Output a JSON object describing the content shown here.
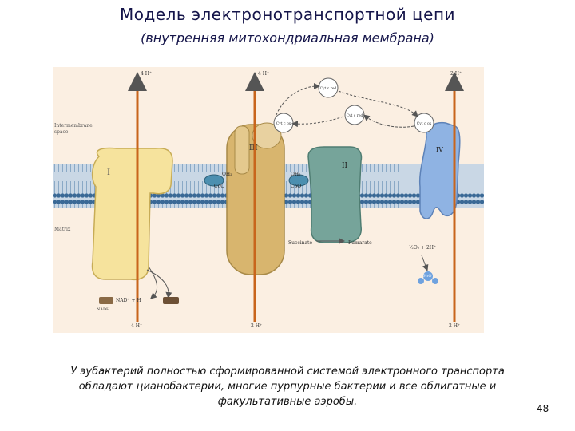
{
  "title": "Модель электронотранспортной цепи",
  "subtitle": "(внутренняя митохондриальная мембрана)",
  "diagram": {
    "space_labels": {
      "intermembrane": "Intermembrane",
      "intermembrane_2": "space",
      "matrix": "Matrix"
    },
    "complexes": {
      "c1": "I",
      "c2": "II",
      "c3": "III",
      "c4": "IV"
    },
    "protons": {
      "top1": "4 H⁺",
      "top2": "4 H⁺",
      "top3": "2 H⁺",
      "bot1": "4 H⁺",
      "bot2": "2 H⁺",
      "bot3": "2 H⁺"
    },
    "cytc": {
      "a": "Cyt c red",
      "b": "Cyt c ox",
      "c": "Cyt c red",
      "d": "Cyt c ox"
    },
    "quinone": {
      "a": "QH₂",
      "b": "CoQ",
      "c": "QH₂",
      "d": "CoQ"
    },
    "succinate": "Succinate",
    "fumarate": "Fumarate",
    "oxygen": "½O₂ + 2H⁺",
    "water": "H₂O",
    "nadh": "NADH",
    "nad": "NAD⁺ + H",
    "colors": {
      "membrane": "#3e6f9c",
      "complex1": "#f6e39d",
      "complex2": "#76a49a",
      "complex3": "#d8b56e",
      "complex4": "#8fb3e3",
      "arrow": "#c8651c",
      "background": "#fbefe2"
    }
  },
  "caption": {
    "line1": "У эубактерий полностью сформированной системой электронного транспорта",
    "line2": "обладают цианобактерии, многие пурпурные бактерии и все облигатные и",
    "line3": "факультативные аэробы."
  },
  "page_number": "48"
}
